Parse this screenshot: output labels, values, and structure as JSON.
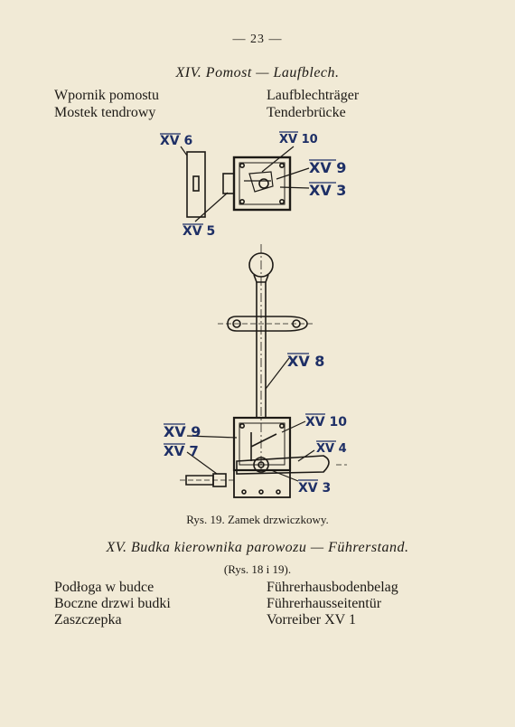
{
  "page_number": "— 23 —",
  "section14": {
    "title": "XIV. Pomost — Laufblech.",
    "terms": [
      {
        "pl": "Wpornik pomostu",
        "de": "Laufblechträger"
      },
      {
        "pl": "Mostek tendrowy",
        "de": "Tenderbrücke"
      }
    ]
  },
  "figure": {
    "labels_top": [
      "XV 6",
      "XV 10",
      "XV 9",
      "XV 3",
      "XV 5"
    ],
    "labels_bottom": [
      "XV 8",
      "XV 9",
      "XV 10",
      "XV 7",
      "XV 4",
      "XV 3"
    ],
    "caption": "Rys. 19. Zamek drzwiczkowy."
  },
  "section15": {
    "title": "XV. Budka kierownika parowozu — Führerstand.",
    "subtitle": "(Rys. 18 i 19).",
    "terms": [
      {
        "pl": "Podłoga w budce",
        "de": "Führerhausbodenbelag"
      },
      {
        "pl": "Boczne drzwi budki",
        "de": "Führerhausseitentür"
      },
      {
        "pl": "Zaszczepka",
        "de": "Vorreiber XV 1"
      }
    ]
  },
  "colors": {
    "paper": "#f1ead6",
    "ink": "#1d1a16",
    "label_ink": "#1e2f66"
  }
}
